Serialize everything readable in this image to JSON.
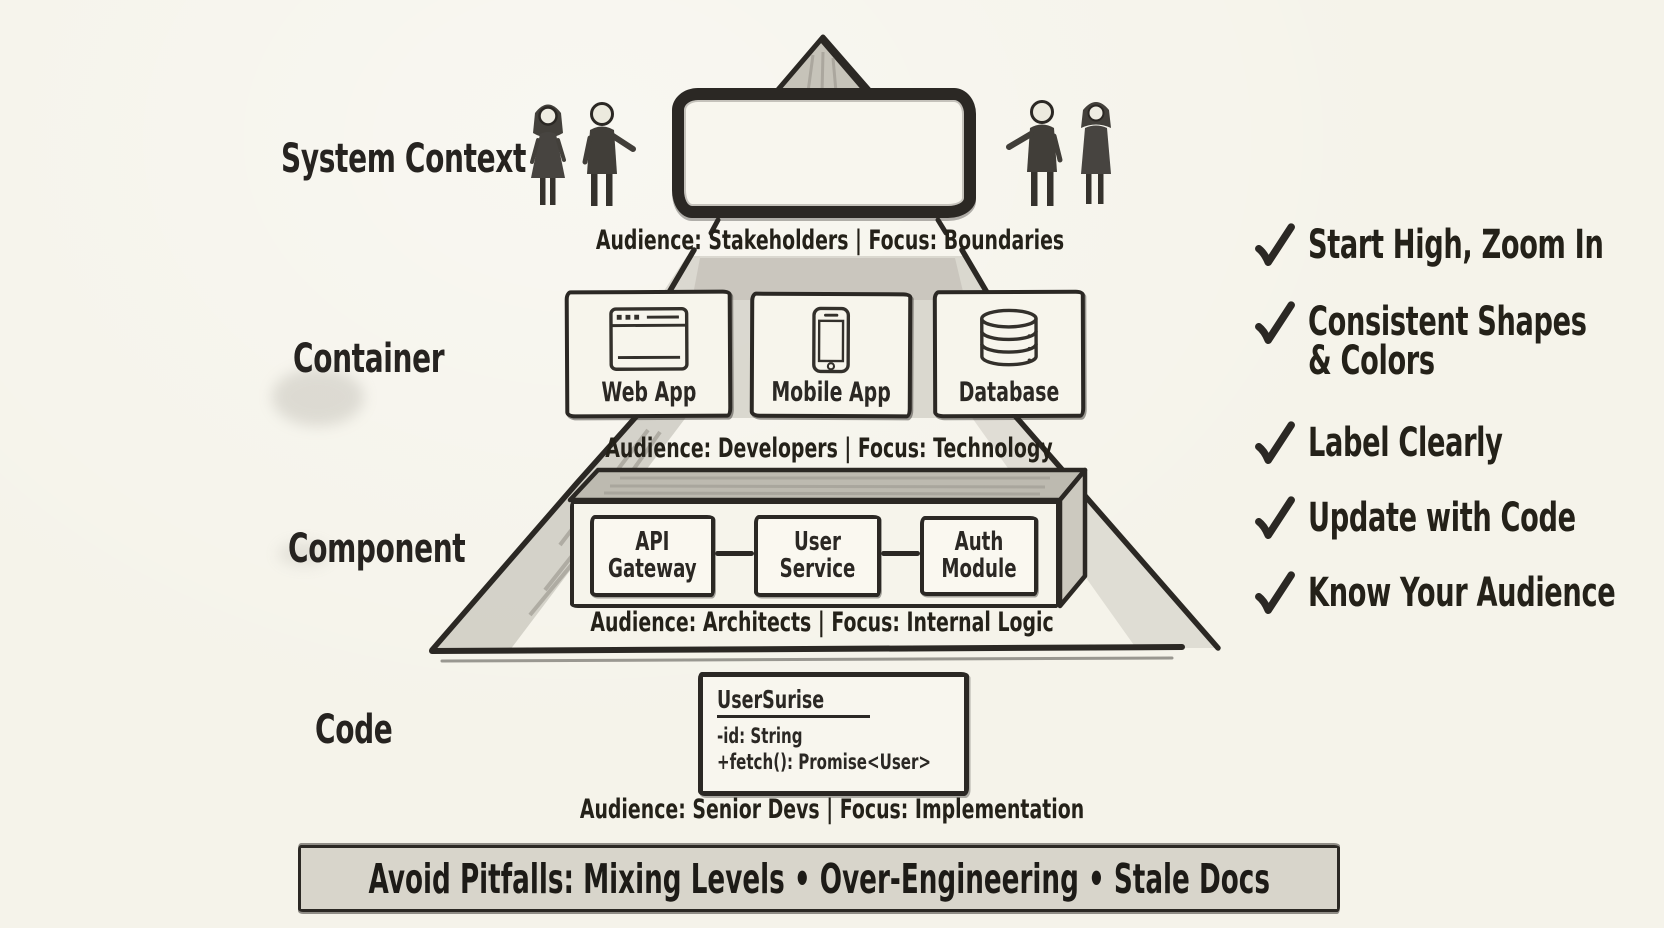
{
  "palette": {
    "background": "#f5f3ea",
    "ink": "#2b2824",
    "pencil_shade": "#b9b6ac",
    "banner_fill": "#d8d5cb",
    "paper_white": "#f8f6ee"
  },
  "levels": [
    {
      "name": "System Context",
      "audience": "Audience: Stakeholders | Focus: Boundaries"
    },
    {
      "name": "Container",
      "audience": "Audience: Developers | Focus: Technology",
      "containers": [
        {
          "label": "Web App",
          "icon": "browser-window-icon"
        },
        {
          "label": "Mobile App",
          "icon": "smartphone-icon"
        },
        {
          "label": "Database",
          "icon": "database-cylinder-icon"
        }
      ]
    },
    {
      "name": "Component",
      "audience": "Audience: Architects | Focus: Internal Logic",
      "components": [
        {
          "label": "API Gateway"
        },
        {
          "label": "User Service"
        },
        {
          "label": "Auth Module"
        }
      ]
    },
    {
      "name": "Code",
      "audience": "Audience: Senior Devs | Focus: Implementation",
      "class_box": {
        "class_name": "UserSurise",
        "members": [
          "-id: String",
          "+fetch(): Promise<User>"
        ]
      }
    }
  ],
  "checklist": [
    "Start High, Zoom In",
    "Consistent Shapes & Colors",
    "Label Clearly",
    "Update with Code",
    "Know Your Audience"
  ],
  "banner": "Avoid Pitfalls: Mixing Levels • Over-Engineering • Stale Docs"
}
